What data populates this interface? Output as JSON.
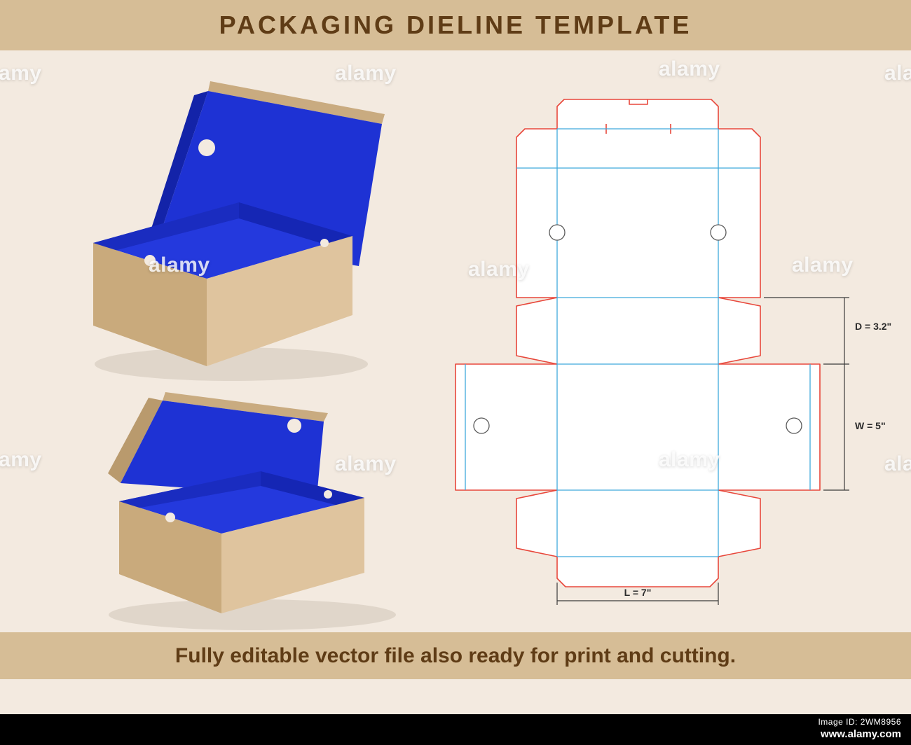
{
  "header": {
    "title": "PACKAGING DIELINE TEMPLATE"
  },
  "tagline": {
    "text": "Fully editable vector file also ready for print and cutting."
  },
  "stock_footer": {
    "image_id": "Image ID: 2WM8956",
    "website": "www.alamy.com"
  },
  "watermark": {
    "text": "alamy"
  },
  "dieline": {
    "labels": {
      "depth": "D = 3.2\"",
      "width": "W = 5\"",
      "length": "L = 7\""
    },
    "colors": {
      "cut_line": "#e8473b",
      "fold_line": "#3fa9dc",
      "panel_fill": "#ffffff",
      "dimension_line": "#3a3a3a"
    }
  },
  "illustration": {
    "colors": {
      "box_outside_dark": "#c9aa7c",
      "box_outside_light": "#dfc49e",
      "box_inside_blue": "#1e32d4",
      "background_cream": "#f3eae0",
      "banner_tan": "#d6bd96",
      "text_brown": "#5f3c16"
    }
  }
}
